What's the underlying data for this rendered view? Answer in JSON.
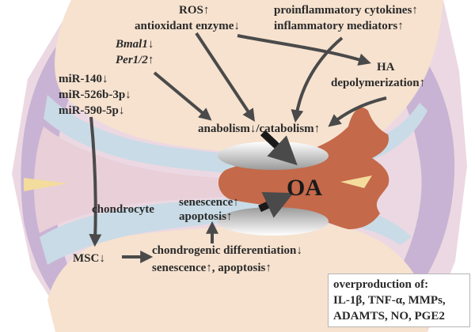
{
  "labels": {
    "ros": "ROS↑",
    "antioxidant": "antioxidant enzyme↓",
    "proinflammatory": "proinflammatory cytokines↑",
    "inflammatory_mediators": "inflammatory mediators↑",
    "bmal1": "Bmal1↓",
    "per12": "Per1/2↑",
    "ha": "HA",
    "ha_depoly": "depolymerization↑",
    "mir140": "miR-140↓",
    "mir526": "miR-526b-3p↓",
    "mir590": "miR-590-5p↓",
    "anabolism": "anabolism↓/catabolism↑",
    "oa": "OA",
    "chondrocyte": "chondrocyte",
    "senescence": "senescence↑",
    "apoptosis": "apoptosis↑",
    "msc": "MSC↓",
    "chondro_diff": "chondrogenic differentiation↓",
    "sen_apo": "senescence↑, apoptosis↑"
  },
  "overproduction": {
    "title": "overproduction of:",
    "line1": "IL-1β, TNF-α, MMPs,",
    "line2": "ADAMTS, NO, PGE2"
  },
  "colors": {
    "bone": "#f6e2cf",
    "cartilage": "#c9dbe6",
    "synovium": "#c9b3d4",
    "lesion": "#c4694a",
    "arrow": "#4a4a4a"
  }
}
